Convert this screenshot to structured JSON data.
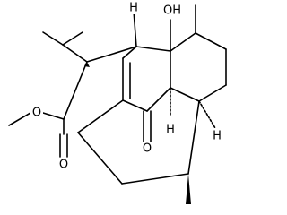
{
  "atom_labels": {
    "h_top": "H",
    "oh": "OH",
    "h_bridgehead": "H",
    "h_ring_fusion": "H",
    "ketone_o": "O",
    "ester_o_single": "O",
    "ester_o_double": "O"
  },
  "colors": {
    "ink": "#000000",
    "background": "#ffffff"
  }
}
